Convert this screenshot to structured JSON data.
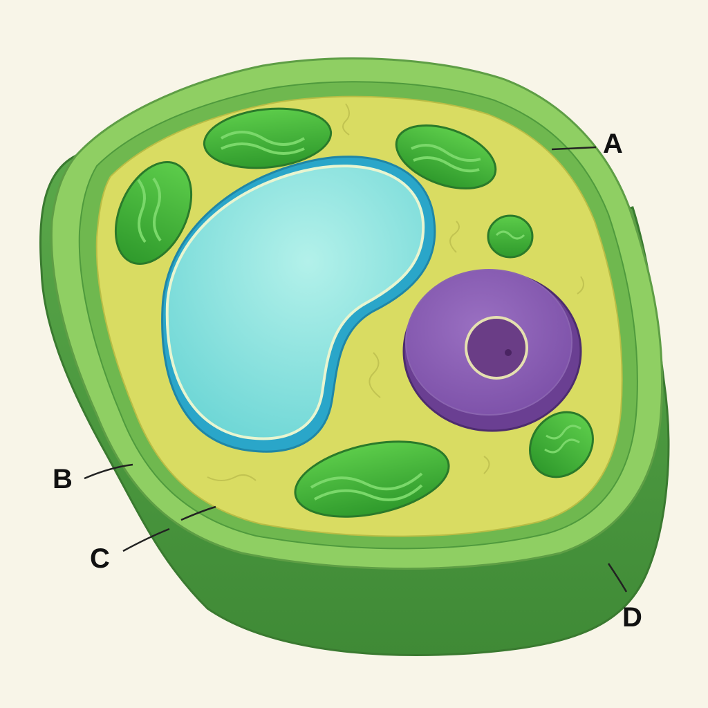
{
  "labels": {
    "a": "A",
    "b": "B",
    "c": "C",
    "d": "D"
  },
  "colors": {
    "background": "#f8f5e8",
    "cell_wall_dark": "#4d9a3e",
    "cell_wall_light": "#8fcf63",
    "cytoplasm": "#d9dc62",
    "chloroplast": "#3fae38",
    "vacuole": "#8fe6e0",
    "vacuole_rim": "#2aa6c9",
    "nucleus": "#8a5db0",
    "nucleolus": "#6a3d86"
  }
}
